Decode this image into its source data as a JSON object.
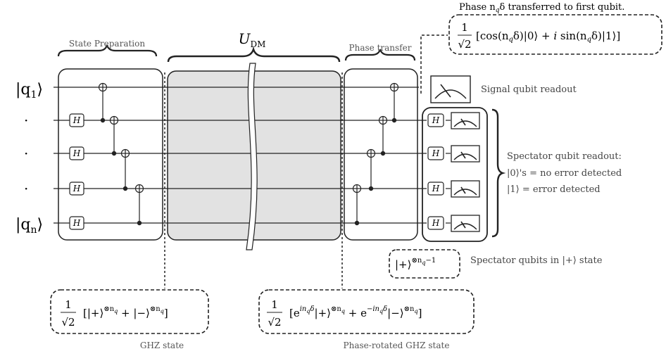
{
  "labels": {
    "state_preparation": "State Preparation",
    "u_dm_main": "U",
    "u_dm_sub": "DM",
    "phase_transfer": "Phase transfer",
    "phase_note_pre": "Phase n",
    "phase_note_sub": "q",
    "phase_note_post": "δ transferred to first qubit.",
    "signal_readout": "Signal qubit readout",
    "spectator_readout_title": "Spectator qubit readout:",
    "spectator_line1": "|0⟩'s =  no error detected",
    "spectator_line2": "|1⟩ = error detected",
    "spectator_plus_note": "Spectator qubits in |+⟩ state",
    "ghz_caption": "GHZ state",
    "rotated_ghz_caption": "Phase-rotated GHZ state",
    "ket_q1": "|q",
    "ket_q1_sub": "1",
    "ket_qn": "|q",
    "ket_qn_sub": "n",
    "ket_close": "⟩",
    "dots": "·",
    "h_gate": "H"
  },
  "formulas": {
    "phase_state": "[cos(n_qδ)|0⟩ + i sin(n_qδ)|1⟩]",
    "phase_state_pre": "[cos(n",
    "phase_state_mid": "δ)|0⟩ + ",
    "phase_state_i": "i",
    "phase_state_sin": " sin(n",
    "phase_state_end": "δ)|1⟩]",
    "frac_num": "1",
    "frac_den": "√2",
    "ghz_pre": "[|+⟩",
    "ghz_exp": "⊗n",
    "ghz_mid": " + |−⟩",
    "ghz_close": "]",
    "rot_e": "[e",
    "rot_exp1": "in",
    "rot_exp1b": "δ",
    "rot_plus": "|+⟩",
    "rot_mid": " + e",
    "rot_exp2": "−in",
    "rot_minus": "|−⟩",
    "rot_close": "]",
    "plus_state": "|+⟩",
    "plus_exp": "⊗n",
    "plus_exp_tail": "−1",
    "sub_q": "q"
  }
}
